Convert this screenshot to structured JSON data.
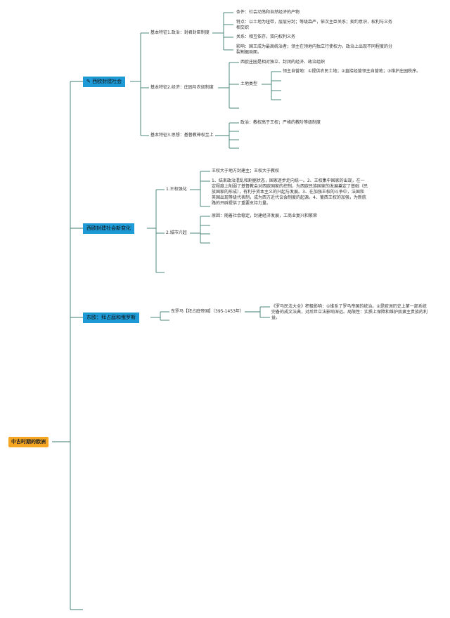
{
  "root": "中古时期的欧洲",
  "b1": {
    "title": "西欧封建社会",
    "f1": {
      "label": "基本特征1.政治：封君封臣制度",
      "items": [
        "条件：社会动荡和自然经济的产物",
        "特点：以土地为纽带，层层分封；等级森严，依次主臣关系；契约意识，权利与义务相交织",
        "关系：相互依存，双向权利义务",
        "影响：国王成为最高统治者；领主在领地内独立行使权力，政治上出现不同程度的分裂割据局面。"
      ]
    },
    "f2": {
      "label": "基本特征2.经济：庄园与农奴制度",
      "manor": "西欧庄园是相对独立、封闭的经济、政治组织",
      "land_type": "土地类型",
      "lord_land": "领主自营地：①提供农民土地；②直接经营领主自营地；③维护庄园秩序。"
    },
    "f3": {
      "label": "基本特征3.思想：基督教神权至上",
      "item": "政治：教权高于王权；严格的教阶等级制度"
    }
  },
  "b2": {
    "title": "西欧封建社会新变化",
    "c1": {
      "label": "1.王权强化",
      "items": [
        "王权大于地方封建主；王权大于教权",
        "1、结束政治混乱和割据状态，国家逐步走向统一。2、王权集中国家的出现，在一定程度上削弱了基督教会对西欧国家的控制，为西欧民族国家的发展奠定了基础（民族国家的形成），有利于资本主义的兴起与发展。3、在加强王权的斗争中，法国和英国出现等级代表制，成为西方近代议会制度的起源。4、葡西王权的加强，为新航路的开辟提供了重要支持力量。"
      ]
    },
    "c2": {
      "label": "2.城市兴起",
      "item": "原因：随着社会稳定，封建经济发展，工商业复兴和繁荣"
    }
  },
  "b3": {
    "title": "东欧：拜占庭和俄罗斯",
    "c1": {
      "label": "东罗马【拜占庭帝国】（395-1453年）",
      "item": "《罗马民法大全》积极影响：①维系了罗马帝国的统治。②是欧洲历史上第一部系统完备的成文法典，对后世立法影响深远。局限性：实质上保障和维护奴隶主贵族的利益。"
    }
  },
  "colors": {
    "root": "#f5a623",
    "branch": "#1e9bd7",
    "line": "#3a7d6e"
  }
}
